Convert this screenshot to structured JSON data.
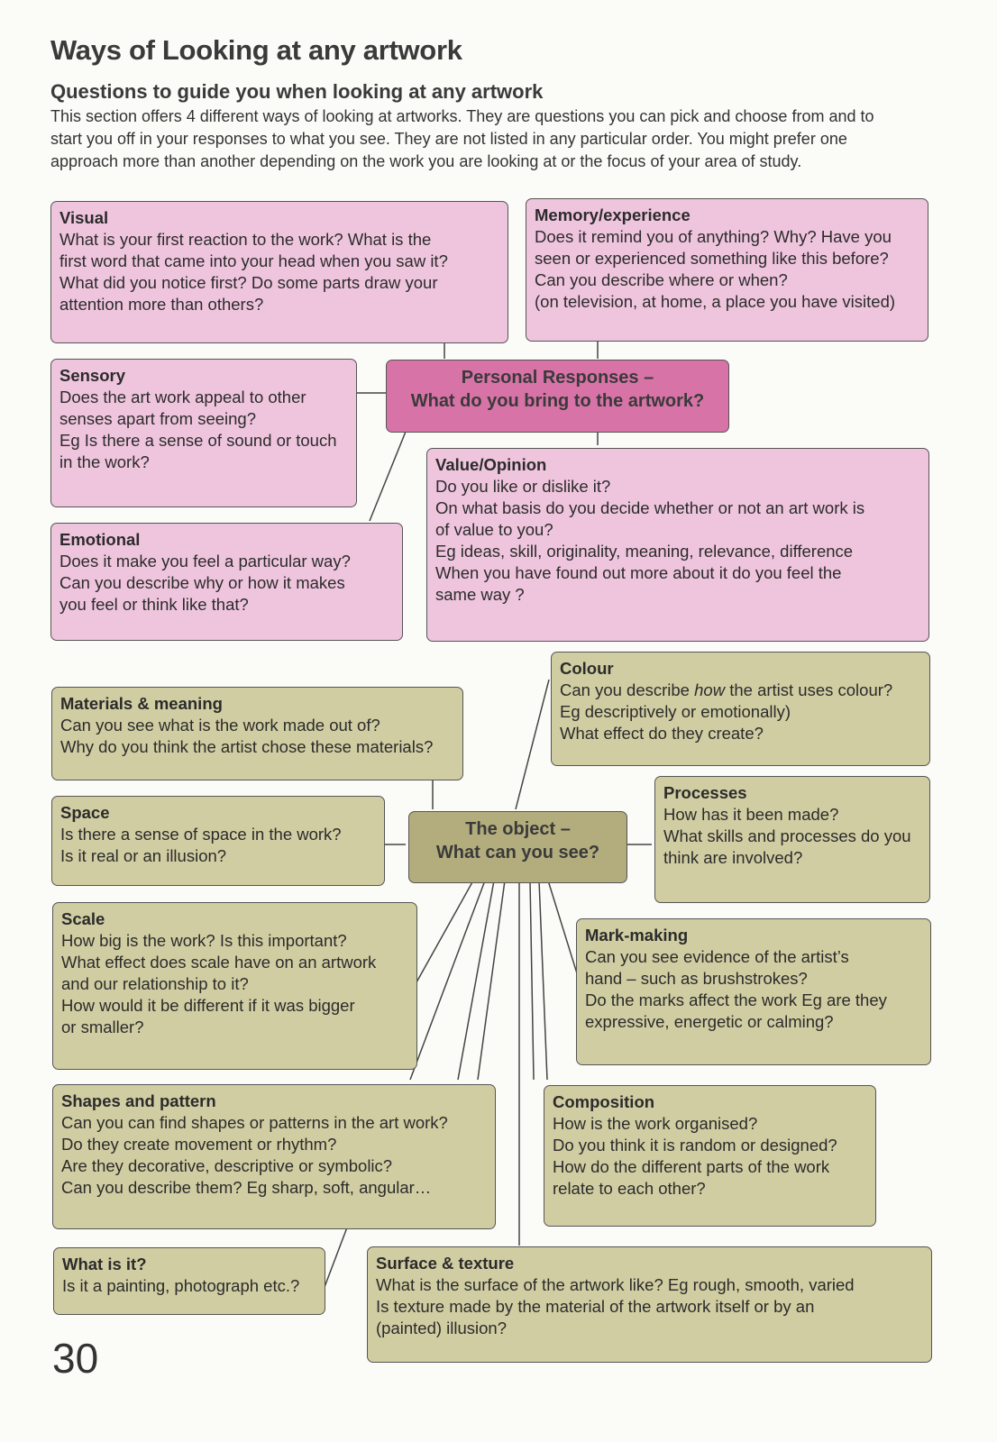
{
  "page": {
    "title": "Ways of Looking at any artwork",
    "subtitle": "Questions to guide you when looking at any artwork",
    "intro": "This section offers 4 different ways of looking at artworks. They are questions you can pick and choose from and to start you off in your responses to what you see. They are not listed in any particular order. You might prefer one approach more than another depending on the work you are looking at or the focus of your area of study.",
    "page_number": "30"
  },
  "personal": {
    "hub": "Personal Responses –\nWhat do you bring to the artwork?",
    "visual": {
      "title": "Visual",
      "text": "What is your first reaction to the work? What is the\nfirst word that came into your head when you saw it?\nWhat did you notice first? Do some parts draw your\nattention more than others?"
    },
    "memory": {
      "title": "Memory/experience",
      "text": "Does it remind you of anything? Why? Have you\nseen or experienced something like this before?\nCan you describe where or when?\n(on television, at home, a place you have visited)"
    },
    "sensory": {
      "title": "Sensory",
      "text": "Does the art work appeal to other\nsenses apart from seeing?\nEg Is there a sense of sound or touch\nin the work?"
    },
    "value": {
      "title": "Value/Opinion",
      "text": "Do you like or dislike it?\nOn what basis do you decide whether or not an art work is\nof value to you?\nEg ideas, skill, originality, meaning, relevance, difference\nWhen you have found out more about it do you feel the\nsame way ?"
    },
    "emotional": {
      "title": "Emotional",
      "text": "Does it make you feel a particular way?\nCan you describe why or how it makes\nyou feel or think like that?"
    }
  },
  "object": {
    "hub": "The object –\nWhat can you see?",
    "materials": {
      "title": "Materials & meaning",
      "text": "Can you see what is the work made out of?\nWhy do you think the artist chose these materials?"
    },
    "colour": {
      "title": "Colour",
      "text_pre": "Can you describe ",
      "text_em": "how",
      "text_post": " the artist uses colour?\nEg descriptively or emotionally)\nWhat effect do they create?"
    },
    "space": {
      "title": "Space",
      "text": "Is there a sense of space in the work?\nIs it real or an illusion?"
    },
    "processes": {
      "title": "Processes",
      "text": "How has it been made?\nWhat skills and processes do you\nthink are involved?"
    },
    "scale": {
      "title": "Scale",
      "text": "How big is the work? Is this important?\nWhat effect does scale have on an artwork\nand our relationship to it?\nHow would it be different if it was bigger\nor smaller?"
    },
    "mark_making": {
      "title": "Mark-making",
      "text": "Can you see evidence of the artist’s\nhand – such as brushstrokes?\nDo the marks affect the work Eg are they\nexpressive, energetic or calming?"
    },
    "shapes": {
      "title": "Shapes and pattern",
      "text": "Can you can find shapes or patterns in the art work?\nDo they create movement or rhythm?\nAre they decorative, descriptive or symbolic?\nCan you describe them? Eg sharp, soft, angular…"
    },
    "composition": {
      "title": "Composition",
      "text": "How is the work organised?\nDo you think it is random or designed?\nHow do the different parts of the work\nrelate to each other?"
    },
    "what_is_it": {
      "title": "What is it?",
      "text": "Is it a painting, photograph etc.?"
    },
    "surface": {
      "title": "Surface & texture",
      "text": "What is the surface of the artwork like? Eg rough, smooth, varied\nIs texture made by the material of the artwork itself or by an\n(painted) illusion?"
    }
  },
  "colors": {
    "pink_box": "#efc5de",
    "pink_hub": "#d873a8",
    "olive_box": "#d1cda2",
    "olive_hub": "#b3ad7d"
  }
}
